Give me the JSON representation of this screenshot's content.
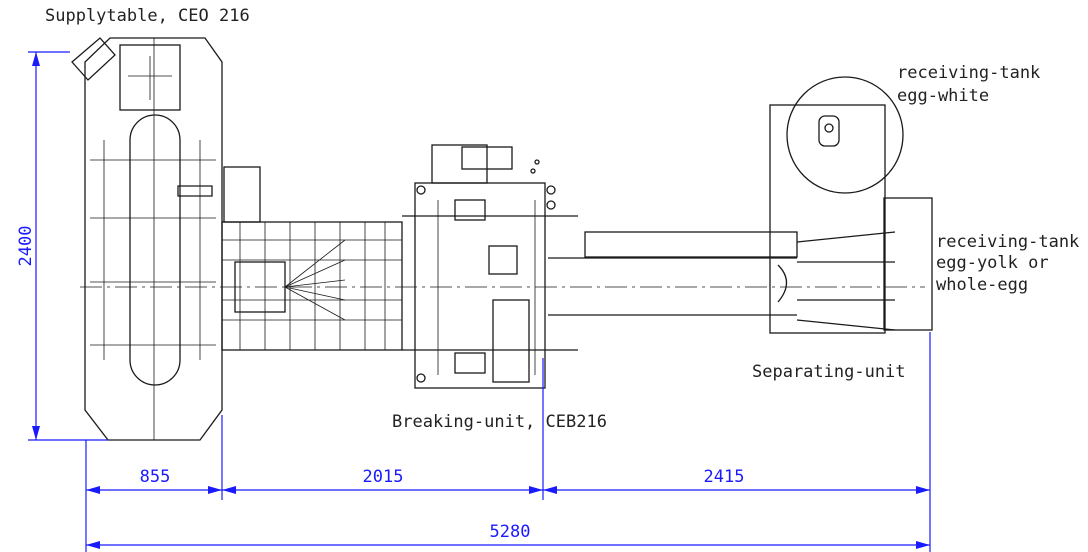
{
  "labels": {
    "supply": "Supplytable, CEO 216",
    "tank_white_1": "receiving-tank",
    "tank_white_2": "egg-white",
    "tank_yolk_1": "receiving-tank",
    "tank_yolk_2": "egg-yolk or",
    "tank_yolk_3": "whole-egg",
    "separating": "Separating-unit",
    "breaking": "Breaking-unit, CEB216"
  },
  "dimensions": {
    "height": "2400",
    "seg1": "855",
    "seg2": "2015",
    "seg3": "2415",
    "total": "5280"
  },
  "colors": {
    "dimension": "#1a1aff",
    "drawing": "#1a1a1a"
  }
}
